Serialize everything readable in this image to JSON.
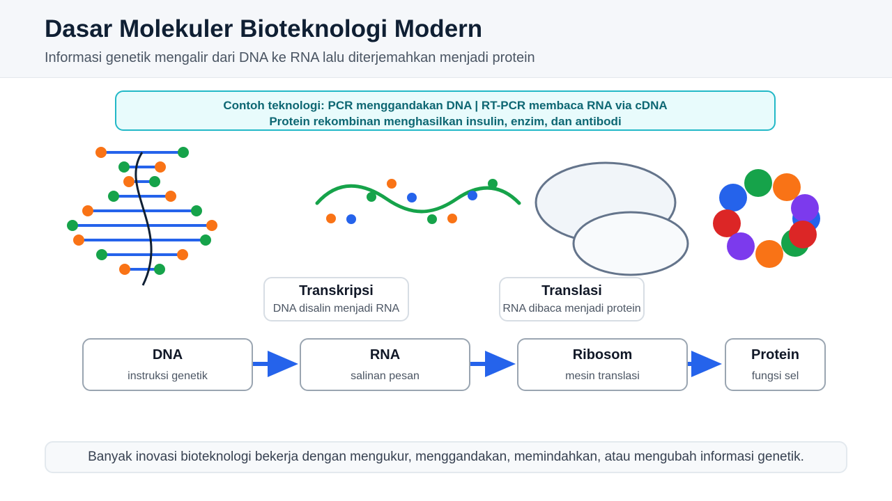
{
  "header": {
    "title": "Dasar Molekuler Bioteknologi Modern",
    "subtitle": "Informasi genetik mengalir dari DNA ke RNA lalu diterjemahkan menjadi protein"
  },
  "tech_box": {
    "line1": "Contoh teknologi: PCR menggandakan DNA | RT-PCR membaca RNA via cDNA",
    "line2": "Protein rekombinan menghasilkan insulin, enzim, dan antibodi"
  },
  "processes": {
    "transcription": {
      "title": "Transkripsi",
      "desc": "DNA disalin menjadi RNA"
    },
    "translation": {
      "title": "Translasi",
      "desc": "RNA dibaca menjadi protein"
    }
  },
  "flow": [
    {
      "title": "DNA",
      "desc": "instruksi genetik"
    },
    {
      "title": "RNA",
      "desc": "salinan pesan"
    },
    {
      "title": "Ribosom",
      "desc": "mesin translasi"
    },
    {
      "title": "Protein",
      "desc": "fungsi sel"
    }
  ],
  "footer": {
    "text": "Banyak inovasi bioteknologi bekerja dengan mengukur, menggandakan, memindahkan, atau mengubah informasi genetik."
  },
  "colors": {
    "dna_backbone": "#2563eb",
    "base_orange": "#f97316",
    "base_green": "#16a34a",
    "rna_strand": "#16a34a",
    "arrow": "#2563eb",
    "accent_cyan": "#22b8c7"
  }
}
